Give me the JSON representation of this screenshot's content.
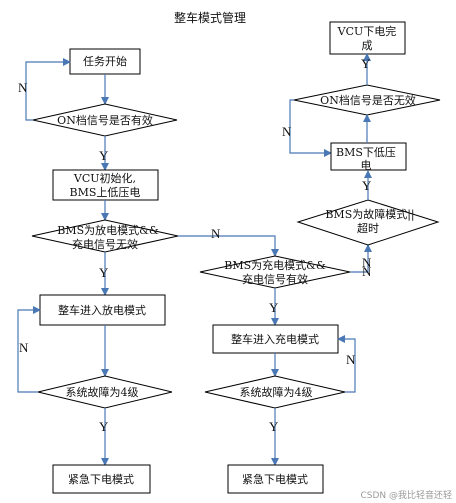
{
  "title": "整车模式管理",
  "colors": {
    "connector": "#4a78b5",
    "shape_stroke": "#000000",
    "text": "#111111"
  },
  "nodes": {
    "task_start": "任务开始",
    "on_check": "ON档信号是否有效",
    "vcu_init_line1": "VCU初始化,",
    "vcu_init_line2": "BMS上低压电",
    "bms_discharge_line1": "BMS为放电模式&&",
    "bms_discharge_line2": "充电信号无效",
    "bms_charge_line1": "BMS为充电模式&&",
    "bms_charge_line2": "充电信号有效",
    "enter_discharge": "整车进入放电模式",
    "enter_charge": "整车进入充电模式",
    "fault_left": "系统故障为4级",
    "fault_right": "系统故障为4级",
    "emergency_left": "紧急下电模式",
    "emergency_right": "紧急下电模式",
    "vcu_done_line1": "VCU下电完",
    "vcu_done_line2": "成",
    "on_invalid": "ON档信号是否无效",
    "bms_low_line1": "BMS下低压",
    "bms_low_line2": "电",
    "bms_fault_line1": "BMS为故障模式||",
    "bms_fault_line2": "超时"
  },
  "labels": {
    "n_start": "N",
    "y_on": "Y",
    "n_discharge": "N",
    "y_discharge": "Y",
    "n_charge": "N",
    "y_charge": "Y",
    "n_fault_left": "N",
    "y_fault_left": "Y",
    "n_fault_right": "N",
    "y_fault_right": "Y",
    "y_on_invalid": "Y",
    "n_on_invalid": "N",
    "y_bms_fault": "Y",
    "n_bms_fault": "N"
  },
  "watermark": "CSDN @我比轻音还轻"
}
